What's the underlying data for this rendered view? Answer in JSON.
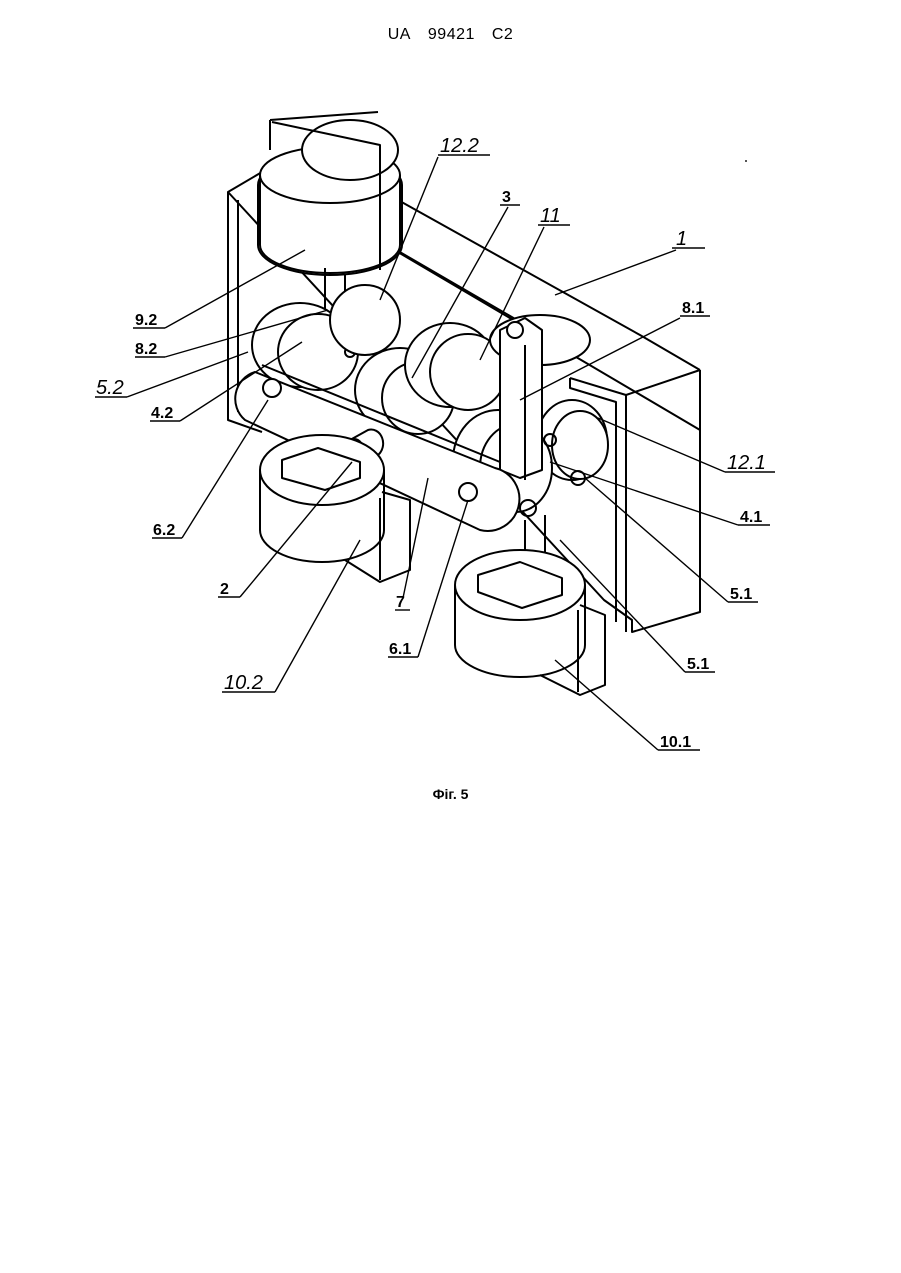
{
  "header": {
    "country": "UA",
    "number": "99421",
    "kind": "C2"
  },
  "figure": {
    "caption": "Фіг. 5",
    "labels": [
      {
        "id": "12.2",
        "text": "12.2"
      },
      {
        "id": "3",
        "text": "3"
      },
      {
        "id": "11",
        "text": "11"
      },
      {
        "id": "1",
        "text": "1"
      },
      {
        "id": "9.2",
        "text": "9.2"
      },
      {
        "id": "8.1",
        "text": "8.1"
      },
      {
        "id": "8.2",
        "text": "8.2"
      },
      {
        "id": "5.2",
        "text": "5.2"
      },
      {
        "id": "4.2",
        "text": "4.2"
      },
      {
        "id": "12.1",
        "text": "12.1"
      },
      {
        "id": "4.1",
        "text": "4.1"
      },
      {
        "id": "6.2",
        "text": "6.2"
      },
      {
        "id": "2",
        "text": "2"
      },
      {
        "id": "5.1a",
        "text": "5.1"
      },
      {
        "id": "7",
        "text": "7"
      },
      {
        "id": "6.1",
        "text": "6.1"
      },
      {
        "id": "5.1b",
        "text": "5.1"
      },
      {
        "id": "10.2",
        "text": "10.2"
      },
      {
        "id": "10.1",
        "text": "10.1"
      }
    ]
  }
}
